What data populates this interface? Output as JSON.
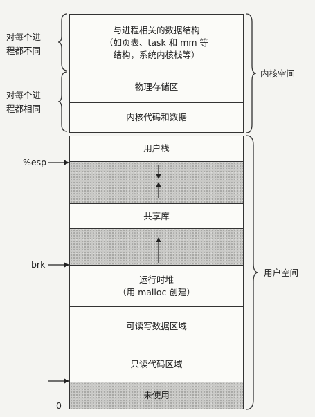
{
  "kernel_region": {
    "label": "内核空间",
    "left_label_differs": "对每个进\n程都不同",
    "left_label_same": "对每个进\n程都相同",
    "blocks": {
      "process_structures": "与进程相关的数据结构\n（如页表、task 和 mm 等\n结构，系统内核栈等）",
      "physical_memory": "物理存储区",
      "kernel_code_data": "内核代码和数据"
    }
  },
  "user_region": {
    "label": "用户空间",
    "blocks": {
      "user_stack": "用户栈",
      "shared_libs": "共享库",
      "runtime_heap": "运行时堆\n（用 malloc 创建）",
      "rw_data": "可读写数据区域",
      "ro_code": "只读代码区域",
      "unused": "未使用"
    }
  },
  "pointers": {
    "esp": "%esp",
    "brk": "brk",
    "zero": "0"
  }
}
